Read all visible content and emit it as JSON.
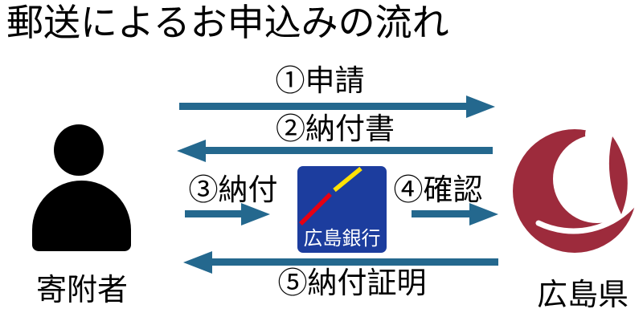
{
  "title": "郵送によるお申込みの流れ",
  "colors": {
    "arrow": "#24688E",
    "bank_blue": "#1C3D9E",
    "bank_red": "#E60012",
    "bank_yellow": "#FFE105",
    "prefecture_maroon": "#9D2B3C",
    "icon_black": "#000000",
    "text": "#000000",
    "background": "#FFFFFF"
  },
  "actors": {
    "donor": {
      "label": "寄附者",
      "icon": "person-icon"
    },
    "bank": {
      "label": "広島銀行",
      "icon": "hiroshima-bank-logo"
    },
    "prefecture": {
      "label": "広島県",
      "icon": "hiroshima-prefecture-emblem"
    }
  },
  "flow": {
    "steps": [
      {
        "number": "①",
        "label": "①申請",
        "from": "donor",
        "to": "prefecture",
        "direction": "right"
      },
      {
        "number": "②",
        "label": "②納付書",
        "from": "prefecture",
        "to": "donor",
        "direction": "left"
      },
      {
        "number": "③",
        "label": "③納付",
        "from": "donor",
        "to": "bank",
        "direction": "right"
      },
      {
        "number": "④",
        "label": "④確認",
        "from": "bank",
        "to": "prefecture",
        "direction": "right"
      },
      {
        "number": "⑤",
        "label": "⑤納付証明",
        "from": "prefecture",
        "to": "donor",
        "direction": "left"
      }
    ]
  }
}
